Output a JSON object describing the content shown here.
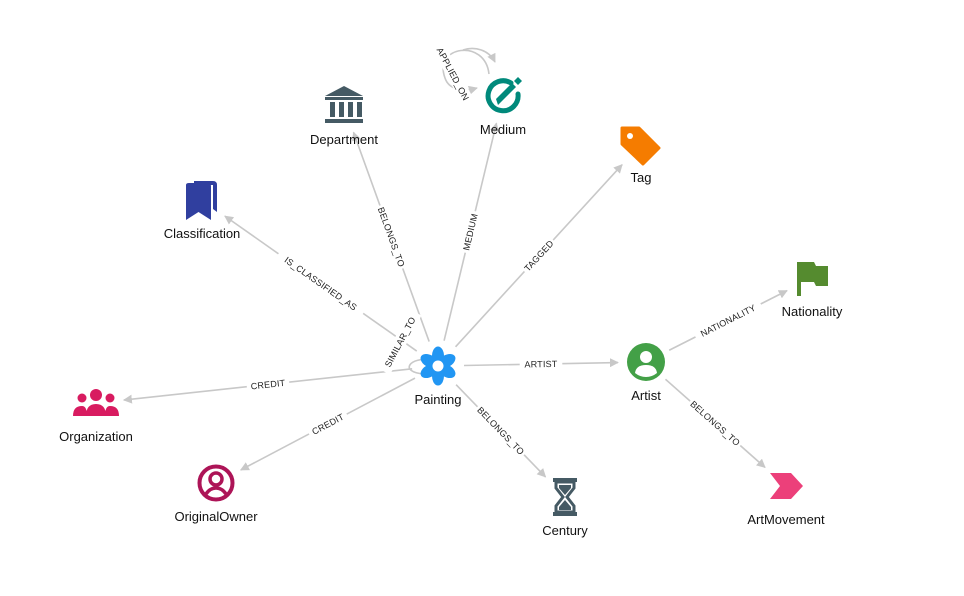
{
  "graph": {
    "nodes": [
      {
        "id": "painting",
        "label": "Painting",
        "icon": "flower-icon",
        "color": "#2196f3"
      },
      {
        "id": "department",
        "label": "Department",
        "icon": "museum-building-icon",
        "color": "#455a64"
      },
      {
        "id": "medium",
        "label": "Medium",
        "icon": "edit-pen-circle-icon",
        "color": "#00897b"
      },
      {
        "id": "tag",
        "label": "Tag",
        "icon": "tag-icon",
        "color": "#f57c00"
      },
      {
        "id": "classification",
        "label": "Classification",
        "icon": "bookmarks-icon",
        "color": "#303f9f"
      },
      {
        "id": "artist",
        "label": "Artist",
        "icon": "account-circle-icon",
        "color": "#43a047"
      },
      {
        "id": "nationality",
        "label": "Nationality",
        "icon": "flag-icon",
        "color": "#558b2f"
      },
      {
        "id": "organization",
        "label": "Organization",
        "icon": "groups-icon",
        "color": "#d81b60"
      },
      {
        "id": "originalowner",
        "label": "OriginalOwner",
        "icon": "person-circle-outline-icon",
        "color": "#ad1457"
      },
      {
        "id": "century",
        "label": "Century",
        "icon": "hourglass-icon",
        "color": "#455a64"
      },
      {
        "id": "artmovement",
        "label": "ArtMovement",
        "icon": "chevron-arrow-icon",
        "color": "#ec407a"
      }
    ],
    "edges": [
      {
        "source": "painting",
        "target": "department",
        "label": "BELONGS_TO"
      },
      {
        "source": "painting",
        "target": "medium",
        "label": "MEDIUM"
      },
      {
        "source": "painting",
        "target": "tag",
        "label": "TAGGED"
      },
      {
        "source": "painting",
        "target": "classification",
        "label": "IS_CLASSIFIED_AS"
      },
      {
        "source": "painting",
        "target": "artist",
        "label": "ARTIST"
      },
      {
        "source": "painting",
        "target": "organization",
        "label": "CREDIT"
      },
      {
        "source": "painting",
        "target": "originalowner",
        "label": "CREDIT"
      },
      {
        "source": "painting",
        "target": "century",
        "label": "BELONGS_TO"
      },
      {
        "source": "painting",
        "target": "painting",
        "label": "SIMILAR_TO"
      },
      {
        "source": "medium",
        "target": "medium",
        "label": "APPLIED_ON"
      },
      {
        "source": "artist",
        "target": "nationality",
        "label": "NATIONALITY"
      },
      {
        "source": "artist",
        "target": "artmovement",
        "label": "BELONGS_TO"
      }
    ]
  }
}
